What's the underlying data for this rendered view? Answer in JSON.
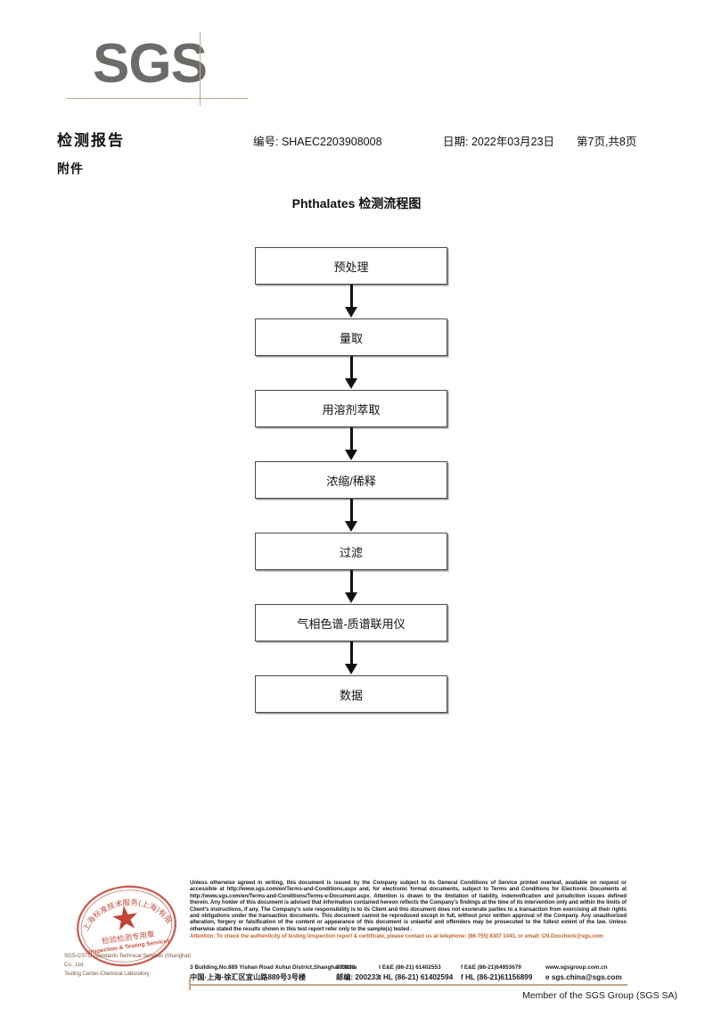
{
  "header": {
    "logo_text": "SGS",
    "doc_title": "检测报告",
    "doc_subtitle": "附件",
    "report_no": "编号: SHAEC2203908008",
    "report_date": "日期: 2022年03月23日",
    "page_info": "第7页,共8页"
  },
  "flowchart": {
    "title": "Phthalates 检测流程图",
    "steps": [
      {
        "label": "预处理"
      },
      {
        "label": "量取"
      },
      {
        "label": "用溶剂萃取"
      },
      {
        "label": "浓缩/稀释"
      },
      {
        "label": "过滤"
      },
      {
        "label": "气相色谱-质谱联用仪"
      },
      {
        "label": "数据"
      }
    ]
  },
  "seal": {
    "outer_text": "上海标准技术服务(上海)有限公司",
    "inner_cn": "检验检测专用章",
    "inner_en": "Inspection & Testing Services",
    "color": "#c0392b"
  },
  "footer": {
    "company_line1": "SGS-CSTC Standards Technical Services (Shanghai) Co., Ltd.",
    "company_line2": "Testing Center-Chemical Laboratory",
    "legal_text": "Unless otherwise agreed in writing, this document is issued by the Company subject to its General Conditions of Service printed overleaf, available on request or accessible at http://www.sgs.com/en/Terms-and-Conditions.aspx and, for electronic format documents, subject to Terms and Conditions for Electronic Documents at http://www.sgs.com/en/Terms-and-Conditions/Terms-e-Document.aspx. Attention is drawn to the limitation of liability, indemnification and jurisdiction issues defined therein. Any holder of this document is advised that information contained hereon reflects the Company's findings at the time of its intervention only and within the limits of Client's instructions, if any. The Company's sole responsibility is to its Client and this document does not exonerate parties to a transaction from exercising all their rights and obligations under the transaction documents. This document cannot be reproduced except in full, without prior written approval of the Company. Any unauthorized alteration, forgery or falsification of the content or appearance of this document is unlawful and offenders may be prosecuted to the fullest extent of the law. Unless otherwise stated the results shown in this test report refer only to the sample(s) tested .",
    "attention_text": "Attention: To check the authenticity of testing /inspection report & certificate, please contact us at telephone: (86-755) 8307 1443, or email: CN.Doccheck@sgs.com",
    "attention_color": "#c4622d",
    "address_en": "3 Building,No.889 Yishan Road Xuhui District,Shanghai China",
    "address_en_sup": "rd",
    "postcode_en": "200233",
    "address_cn": "中国·上海·徐汇区宜山路889号3号楼",
    "postcode_cn_label": "邮编: 200233",
    "tel_ee_1": "t E&E (86-21) 61402553",
    "tel_ee_2": "f E&E (86-21)64953679",
    "tel_hl_1": "t HL (86-21) 61402594",
    "tel_hl_2": "f HL (86-21)61156899",
    "website": "www.sgsgroup.com.cn",
    "email": "e  sgs.china@sgs.com",
    "member_line": "Member of the SGS Group (SGS SA)"
  },
  "colors": {
    "logo_gray": "#6d6b68",
    "rule_tan": "#c2a788",
    "seal_red": "#c0392b",
    "attention_orange": "#c4622d"
  }
}
